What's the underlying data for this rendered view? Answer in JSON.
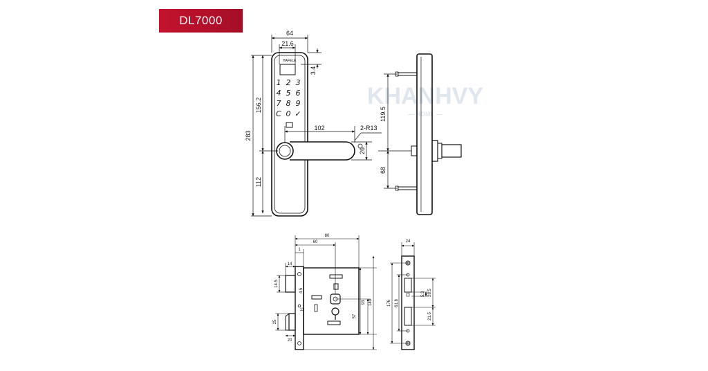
{
  "badge": {
    "label": "DL7000",
    "color": "#c4122f"
  },
  "watermark": {
    "name": "KHANHVY",
    "sub": "— HOME —"
  },
  "handle_front": {
    "brand": "HAFELE",
    "keypad": [
      "1",
      "2",
      "3",
      "4",
      "5",
      "6",
      "7",
      "8",
      "9",
      "C",
      "0",
      "✓"
    ],
    "dims": {
      "width": "64",
      "inner": "21.6",
      "top": "3.4",
      "upper": "156.2",
      "total": "283",
      "lower": "112",
      "lever": "102",
      "radius": "2-R13",
      "lever_h": "26"
    }
  },
  "handle_side": {
    "dims": {
      "upper": "119.5",
      "lower": "68"
    }
  },
  "mortise": {
    "dims": {
      "w80": "80",
      "w60": "60",
      "d1": "1",
      "d14": "14",
      "d145": "14.5",
      "d45": "4.5",
      "d13": "13",
      "d25": "25",
      "d20": "20",
      "d93": "93",
      "d140": "140",
      "d57": "57"
    }
  },
  "faceplate": {
    "dims": {
      "w24": "24",
      "d176": "176",
      "d618": "61.8",
      "d53": "5.3",
      "d285": "28.5",
      "d215": "21.5"
    }
  }
}
